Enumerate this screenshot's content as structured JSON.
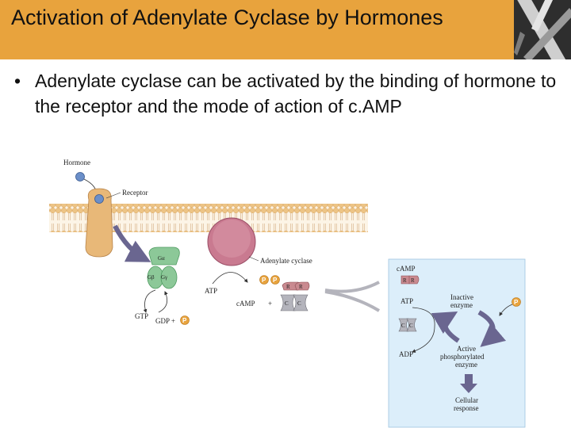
{
  "slide": {
    "title": "Activation of Adenylate Cyclase by Hormones",
    "bullet": {
      "symbol": "•",
      "text": "Adenylate cyclase can be activated by the binding of hormone to the receptor and the mode of action of c.AMP"
    }
  },
  "diagram": {
    "labels": {
      "hormone": "Hormone",
      "receptor": "Receptor",
      "g_alpha": "Gα",
      "g_beta": "Gβ",
      "g_gamma": "Gγ",
      "adenylate_cyclase": "Adenylate cyclase",
      "atp_left": "ATP",
      "camp_left": "cAMP",
      "plus": "+",
      "gtp": "GTP",
      "gdp_plus": "GDP +",
      "p": "P",
      "r": "R",
      "c": "C",
      "camp_panel": "cAMP",
      "atp_panel": "ATP",
      "adp_panel": "ADP",
      "inactive_enzyme_1": "Inactive",
      "inactive_enzyme_2": "enzyme",
      "active_enzyme_1": "Active",
      "active_enzyme_2": "phosphorylated",
      "active_enzyme_3": "enzyme",
      "cellular_response_1": "Cellular",
      "cellular_response_2": "response"
    },
    "colors": {
      "title_bar": "#e8a33d",
      "membrane_head": "#e9b56a",
      "receptor": "#e8b878",
      "adenylate_cyclase": "#c97a90",
      "g_protein": "#8cc898",
      "hormone": "#6b8fc9",
      "phosphate": "#e8a33d",
      "regulatory": "#c98a90",
      "catalytic": "#b4b4bc",
      "panel_bg": "#dceefa",
      "arrow": "#6a6690"
    }
  }
}
